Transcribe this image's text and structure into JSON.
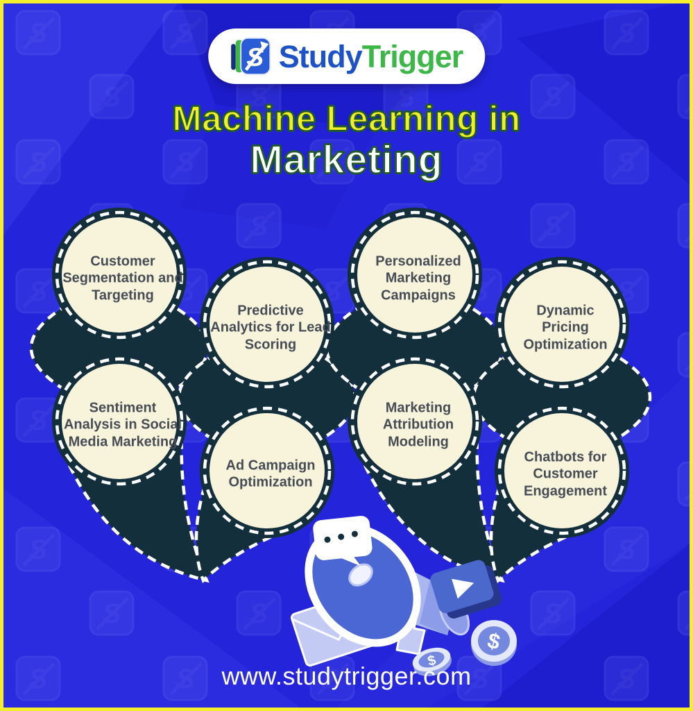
{
  "brand": {
    "part1": "Study",
    "part2": "Trigger",
    "initial": "S"
  },
  "title": {
    "line1": "Machine Learning in",
    "line2": "Marketing"
  },
  "topics": [
    {
      "label": "Customer\nSegmentation and\nTargeting"
    },
    {
      "label": "Predictive\nAnalytics for Lead\nScoring"
    },
    {
      "label": "Personalized\nMarketing\nCampaigns"
    },
    {
      "label": "Dynamic\nPricing\nOptimization"
    },
    {
      "label": "Sentiment\nAnalysis in Social\nMedia Marketing"
    },
    {
      "label": "Ad Campaign\nOptimization"
    },
    {
      "label": "Marketing\nAttribution\nModeling"
    },
    {
      "label": "Chatbots for\nCustomer\nEngagement"
    }
  ],
  "footer": {
    "website": "www.studytrigger.com"
  },
  "icons": {
    "dollar": "$"
  },
  "colors": {
    "background_blue": "#2424da",
    "frame_yellow": "#f5ee2d",
    "bubble_fill": "#f8f4dc",
    "bubble_ring": "#132f3b",
    "topic_text": "#474c55",
    "title_yellow": "#f2ef29",
    "title_outline_green": "#1e5a2b",
    "title_white": "#ffffff",
    "brand_blue": "#1d53c6",
    "brand_green": "#3db848"
  }
}
